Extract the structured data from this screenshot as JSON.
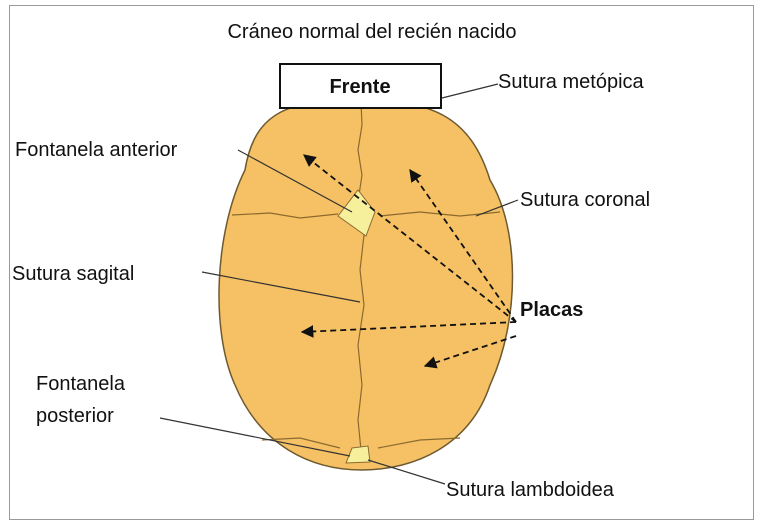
{
  "title": "Cráneo normal del recién nacido",
  "front_label": "Frente",
  "labels": {
    "sutura_metopica": "Sutura metópica",
    "fontanela_anterior": "Fontanela anterior",
    "sutura_coronal": "Sutura coronal",
    "sutura_sagital": "Sutura sagital",
    "placas": "Placas",
    "fontanela_posterior_line1": "Fontanela",
    "fontanela_posterior_line2": "posterior",
    "sutura_lambdoidea": "Sutura lambdoidea"
  },
  "colors": {
    "bone": "#f5c164",
    "fontanel": "#f6ef9c",
    "suture": "#8b6a30"
  }
}
